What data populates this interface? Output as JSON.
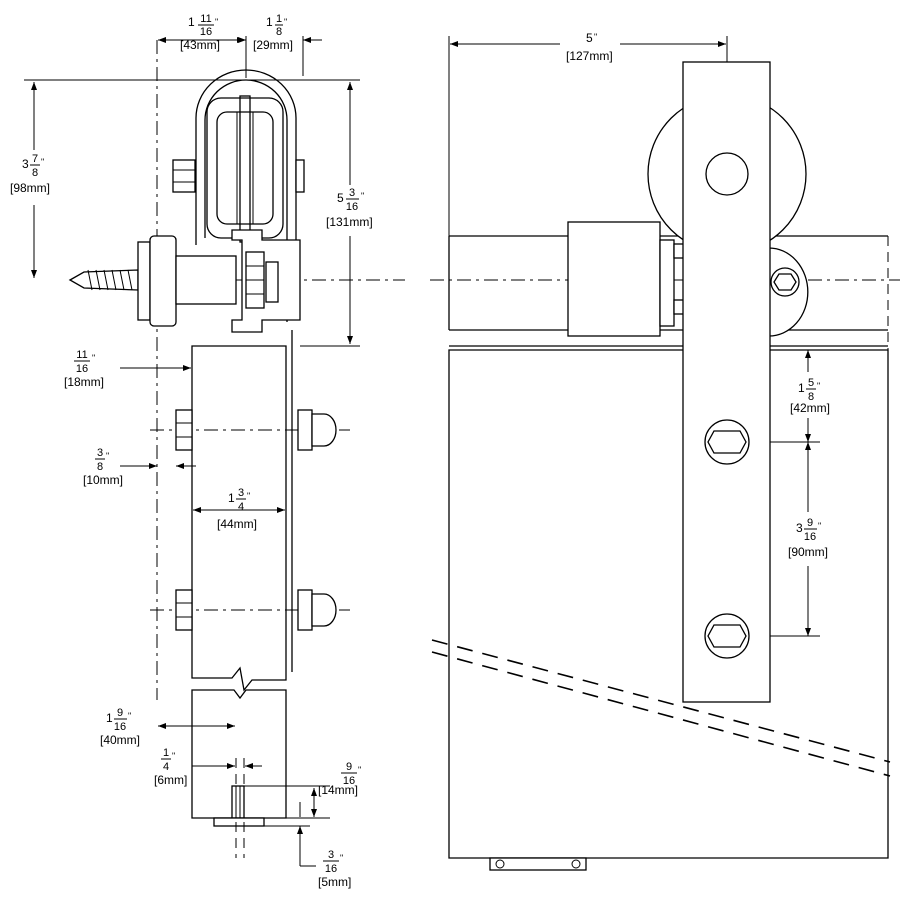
{
  "dimensions": {
    "d43": {
      "whole": "1",
      "num": "11",
      "den": "16",
      "unit": "\"",
      "metric": "[43mm]"
    },
    "d29": {
      "whole": "1",
      "num": "1",
      "den": "8",
      "unit": "\"",
      "metric": "[29mm]"
    },
    "d98": {
      "whole": "3",
      "num": "7",
      "den": "8",
      "unit": "\"",
      "metric": "[98mm]"
    },
    "d131": {
      "whole": "5",
      "num": "3",
      "den": "16",
      "unit": "\"",
      "metric": "[131mm]"
    },
    "d18": {
      "whole": "",
      "num": "11",
      "den": "16",
      "unit": "\"",
      "metric": "[18mm]"
    },
    "d10": {
      "whole": "",
      "num": "3",
      "den": "8",
      "unit": "\"",
      "metric": "[10mm]"
    },
    "d44": {
      "whole": "1",
      "num": "3",
      "den": "4",
      "unit": "\"",
      "metric": "[44mm]"
    },
    "d40": {
      "whole": "1",
      "num": "9",
      "den": "16",
      "unit": "\"",
      "metric": "[40mm]"
    },
    "d6": {
      "whole": "",
      "num": "1",
      "den": "4",
      "unit": "\"",
      "metric": "[6mm]"
    },
    "d14": {
      "whole": "",
      "num": "9",
      "den": "16",
      "unit": "\"",
      "metric": "[14mm]"
    },
    "d5": {
      "whole": "",
      "num": "3",
      "den": "16",
      "unit": "\"",
      "metric": "[5mm]"
    },
    "d127": {
      "whole": "5",
      "num": "",
      "den": "",
      "unit": "\"",
      "metric": "[127mm]"
    },
    "d42": {
      "whole": "1",
      "num": "5",
      "den": "8",
      "unit": "\"",
      "metric": "[42mm]"
    },
    "d90": {
      "whole": "3",
      "num": "9",
      "den": "16",
      "unit": "\"",
      "metric": "[90mm]"
    }
  }
}
